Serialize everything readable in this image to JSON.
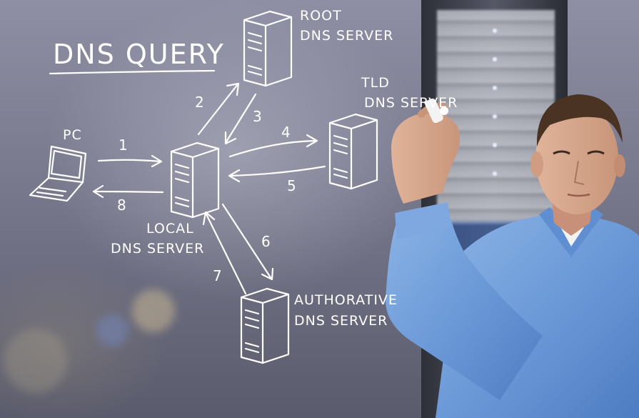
{
  "title": "DNS QUERY",
  "nodes": {
    "pc": {
      "label_lines": [
        "PC"
      ]
    },
    "local": {
      "label_lines": [
        "LOCAL",
        "DNS SERVER"
      ]
    },
    "root": {
      "label_lines": [
        "ROOT",
        "DNS SERVER"
      ]
    },
    "tld": {
      "label_lines": [
        "TLD",
        "DNS SERVER"
      ]
    },
    "auth": {
      "label_lines": [
        "AUTHORATIVE",
        "DNS SERVER"
      ]
    }
  },
  "steps": [
    "1",
    "2",
    "3",
    "4",
    "5",
    "6",
    "7",
    "8"
  ],
  "colors": {
    "chalk": "#ffffff",
    "shirt": "#6c9ad8",
    "background": "#7a7b8f"
  }
}
